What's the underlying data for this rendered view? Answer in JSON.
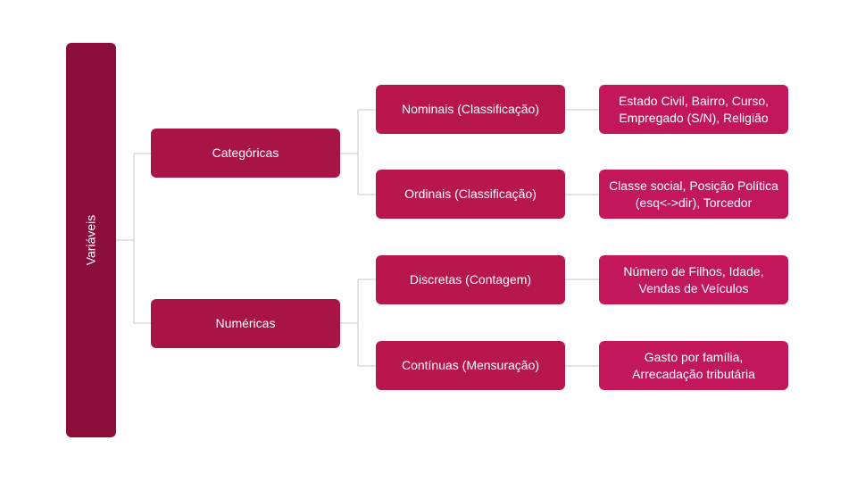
{
  "root": {
    "label": "Variáveis"
  },
  "categories": [
    {
      "label": "Categóricas",
      "children": [
        {
          "label": "Nominais (Classificação)",
          "examples": "Estado Civil, Bairro, Curso, Empregado (S/N), Religião"
        },
        {
          "label": "Ordinais (Classificação)",
          "examples": "Classe social, Posição Política (esq<->dir), Torcedor"
        }
      ]
    },
    {
      "label": "Numéricas",
      "children": [
        {
          "label": "Discretas (Contagem)",
          "examples": "Número de Filhos, Idade, Vendas de Veículos"
        },
        {
          "label": "Contínuas (Mensuração)",
          "examples": "Gasto por família, Arrecadação tributária"
        }
      ]
    }
  ],
  "colors": {
    "root": "#8b0e3a",
    "level1": "#a81445",
    "level2": "#b8174e",
    "leaf": "#c2185b",
    "connector": "#c8c8c8"
  }
}
